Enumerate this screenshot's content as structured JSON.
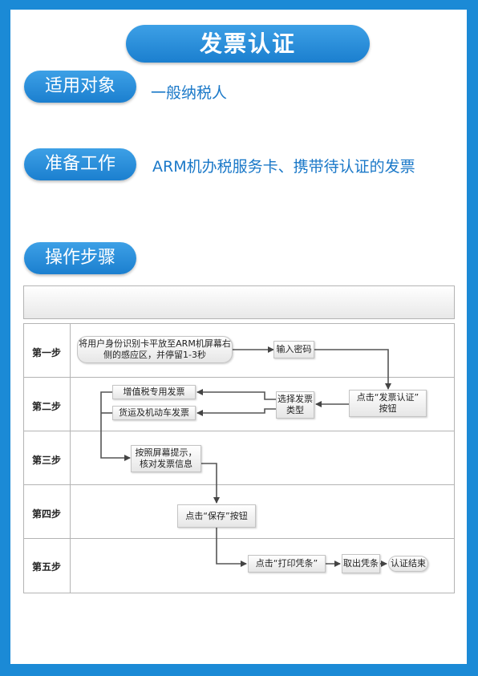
{
  "title": "发票认证",
  "sections": {
    "target": {
      "label": "适用对象",
      "text": "一般纳税人"
    },
    "prepare": {
      "label": "准备工作",
      "text": "ARM机办税服务卡、携带待认证的发票"
    },
    "steps": {
      "label": "操作步骤"
    }
  },
  "flow": {
    "rows": [
      "第一步",
      "第二步",
      "第三步",
      "第四步",
      "第五步"
    ],
    "nodes": {
      "insert_card": {
        "line1": "将用户身份识别卡平放至ARM机屏幕右",
        "line2": "侧的感应区，并停留1-3秒"
      },
      "enter_password": "输入密码",
      "click_invoice_auth": {
        "line1": "点击“发票认证”",
        "line2": "按钮"
      },
      "select_invoice_type": {
        "line1": "选择发票",
        "line2": "类型"
      },
      "vat_invoice": "增值税专用发票",
      "transport_vehicle_invoice": "货运及机动车发票",
      "check_info": {
        "line1": "按照屏幕提示，",
        "line2": "核对发票信息"
      },
      "click_save": "点击“保存”按钮",
      "click_print": "点击“打印凭条”",
      "take_receipt": "取出凭条",
      "auth_end": "认证结束"
    }
  }
}
